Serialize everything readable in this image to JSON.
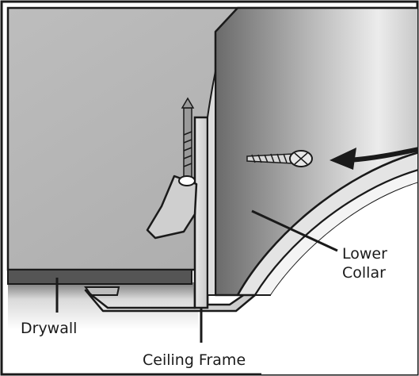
{
  "labels": {
    "lower_collar_line1": "Lower",
    "lower_collar_line2": "Collar",
    "drywall": "Drywall",
    "ceiling_frame": "Ceiling Frame"
  },
  "colors": {
    "outline": "#1a1a1a",
    "background_light": "#ffffff",
    "panel_gray": "#b9b9b9",
    "drywall_dark": "#555555",
    "collar_light": "#e4e4e4",
    "collar_dark": "#6e6e6e",
    "frame_fill": "#d6d6d6",
    "clip_fill": "#cfcfcf"
  },
  "icons": {
    "arrow": "left-arrow-icon",
    "screw": "screw-icon",
    "nail": "nail-icon"
  }
}
